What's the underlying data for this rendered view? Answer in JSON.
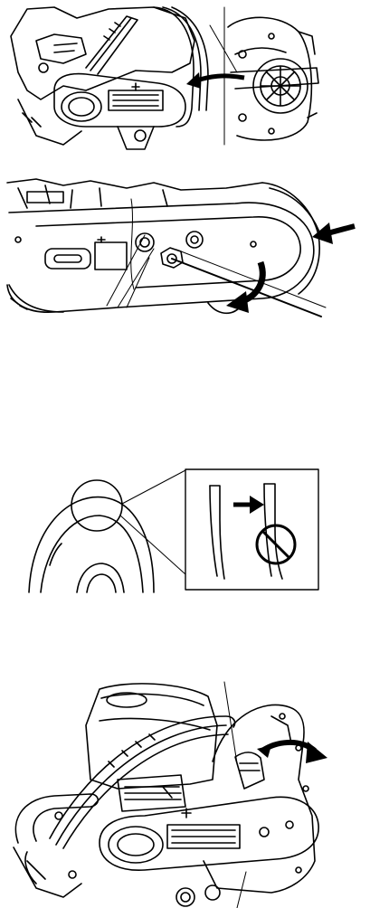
{
  "page": {
    "background": "#ffffff",
    "ink": "#000000"
  },
  "figures": [
    {
      "id": "fig-1",
      "icons": [
        "belt-guard-removal-illustration",
        "direction-arrow-icon"
      ]
    },
    {
      "id": "fig-2",
      "icons": [
        "belt-tension-adjustment-illustration",
        "push-arrow-icon",
        "rotate-arrow-icon"
      ]
    },
    {
      "id": "fig-3",
      "icons": [
        "blade-flange-detail-illustration",
        "indicator-arrow-icon",
        "prohibited-icon"
      ]
    },
    {
      "id": "fig-4",
      "icons": [
        "power-cutter-illustration",
        "rotate-arrow-icon"
      ]
    }
  ]
}
